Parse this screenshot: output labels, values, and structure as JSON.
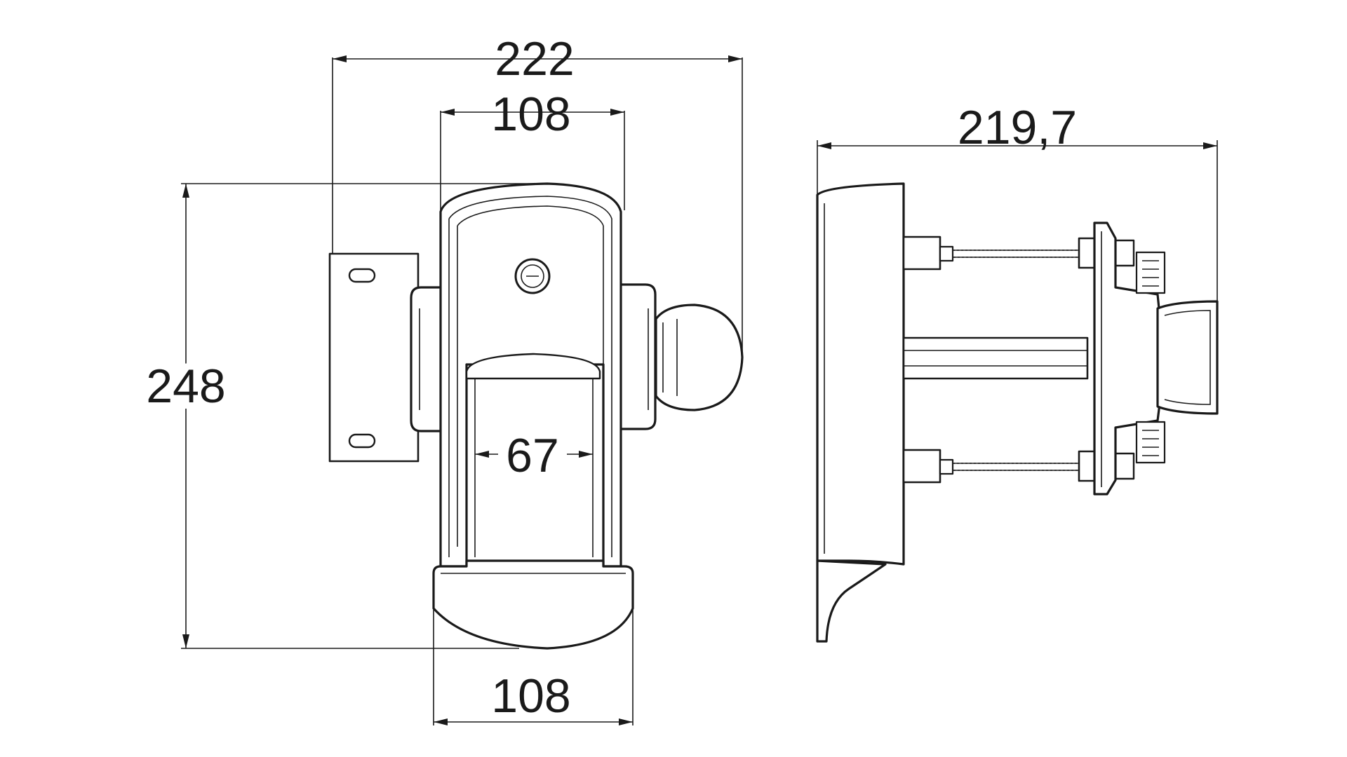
{
  "front_view": {
    "dimensions": {
      "overall_width": "222",
      "top_width": "108",
      "overall_height": "248",
      "slot_width": "67",
      "bottom_width": "108"
    }
  },
  "side_view": {
    "dimensions": {
      "overall_depth": "219,7"
    }
  }
}
